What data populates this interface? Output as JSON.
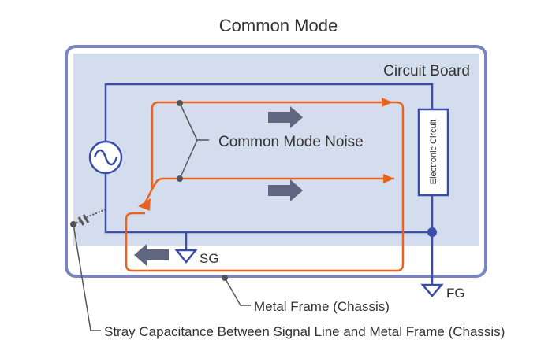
{
  "title": "Common Mode",
  "labels": {
    "circuit_board": "Circuit Board",
    "common_mode_noise": "Common Mode Noise",
    "electronic_circuit": "Electronic Circuit",
    "signal_ground": "SG",
    "frame_ground": "FG",
    "metal_frame": "Metal Frame (Chassis)",
    "stray_capacitance": "Stray Capacitance Between Signal Line and Metal Frame (Chassis)"
  },
  "colors": {
    "board_fill": "#d4dded",
    "frame_stroke": "#7a84bf",
    "signal_line": "#3a4ca8",
    "noise_path": "#e8641e",
    "arrow": "#5e6680",
    "text": "#333333"
  }
}
